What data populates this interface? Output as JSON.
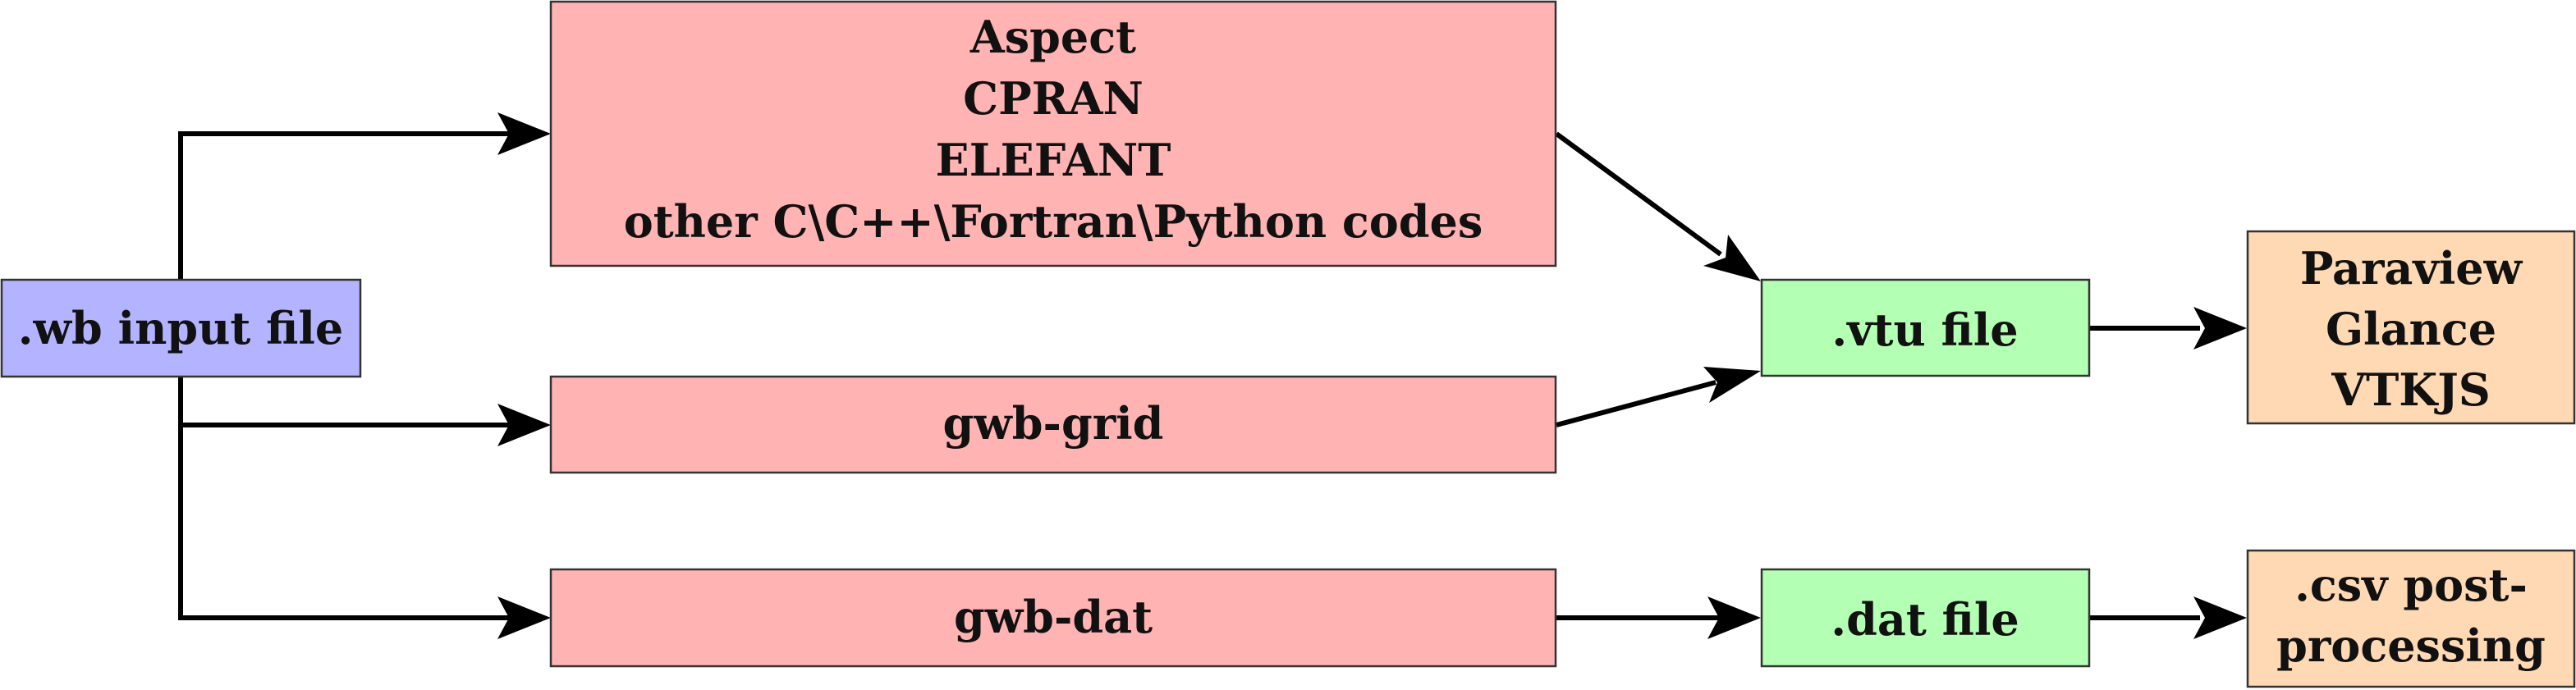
{
  "colors": {
    "input": "#b3b3ff",
    "program": "#ffb3b3",
    "file": "#b3ffb3",
    "output": "#ffd9b3",
    "arrow": "#000000"
  },
  "nodes": {
    "input_file": {
      "label": ".wb input file"
    },
    "codes": {
      "lines": [
        "Aspect",
        "CPRAN",
        "ELEFANT",
        "other C\\C++\\Fortran\\Python codes"
      ]
    },
    "gwb_grid": {
      "label": "gwb-grid"
    },
    "gwb_dat": {
      "label": "gwb-dat"
    },
    "vtu_file": {
      "label": ".vtu file"
    },
    "dat_file": {
      "label": ".dat file"
    },
    "viewers": {
      "lines": [
        "Paraview",
        "Glance",
        "VTKJS"
      ]
    },
    "csv_post": {
      "lines": [
        ".csv post-",
        "processing"
      ]
    }
  }
}
